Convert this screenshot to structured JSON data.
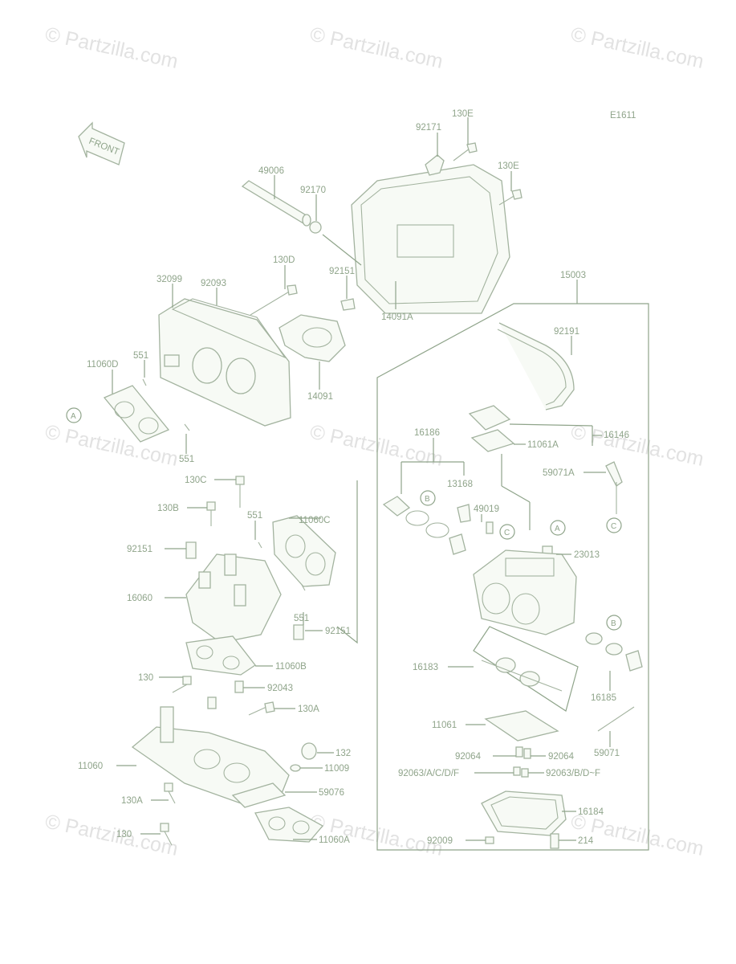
{
  "watermark": "© Partzilla.com",
  "diagram_code": "E1611",
  "front_label": "FRONT",
  "parts": {
    "p130E_top": "130E",
    "p92171": "92171",
    "p130E_mid": "130E",
    "p49006": "49006",
    "p92170": "92170",
    "p130D": "130D",
    "p92151_top": "92151",
    "p32099": "32099",
    "p92093": "92093",
    "p14091A": "14091A",
    "p15003": "15003",
    "p92191": "92191",
    "p11060D": "11060D",
    "p551_a": "551",
    "p14091": "14091",
    "p551_b": "551",
    "p16146": "16146",
    "p11061A": "11061A",
    "p16186": "16186",
    "p13168": "13168",
    "p59071A": "59071A",
    "p130C": "130C",
    "p130B": "130B",
    "p551_c": "551",
    "p11060C": "11060C",
    "p49019": "49019",
    "p92151_left": "92151",
    "p23013": "23013",
    "p16060": "16060",
    "p551_d": "551",
    "p92151_right": "92151",
    "p11060B": "11060B",
    "p16183": "16183",
    "p130_a": "130",
    "p92043": "92043",
    "p16185": "16185",
    "p130A_a": "130A",
    "p11061": "11061",
    "p59071": "59071",
    "p132": "132",
    "p92064_a": "92064",
    "p92064_b": "92064",
    "p11060": "11060",
    "p11009": "11009",
    "p92063_acdf": "92063/A/C/D/F",
    "p92063_bdf": "92063/B/D~F",
    "p130A_b": "130A",
    "p59076": "59076",
    "p16184": "16184",
    "p130_b": "130",
    "p11060A": "11060A",
    "p92009": "92009",
    "p214": "214"
  },
  "refs": {
    "A": "A",
    "B": "B",
    "C": "C"
  }
}
